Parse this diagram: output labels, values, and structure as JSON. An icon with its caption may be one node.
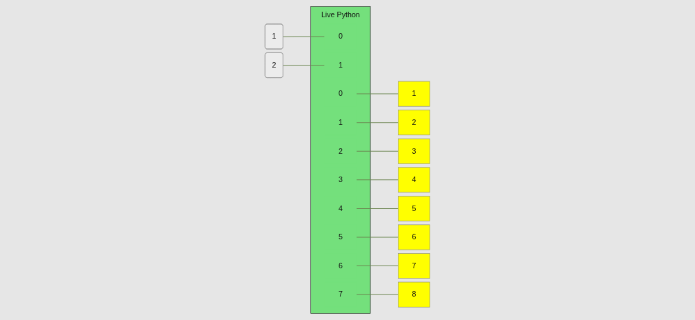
{
  "diagram": {
    "nodes": [
      {
        "text": [
          "1"
        ]
      },
      {
        "text": [
          "2"
        ]
      },
      {
        "text": [
          "Live Python"
        ]
      },
      {
        "text": [
          "0"
        ],
        "in": 2
      },
      {
        "text": [
          "1"
        ],
        "in": 2
      },
      {
        "text": [
          "0"
        ],
        "in": 2
      },
      {
        "text": [
          "1"
        ],
        "in": 2
      },
      {
        "text": [
          "2"
        ],
        "in": 2
      },
      {
        "text": [
          "3"
        ],
        "in": 2
      },
      {
        "text": [
          "4"
        ],
        "in": 2
      },
      {
        "text": [
          "5"
        ],
        "in": 2
      },
      {
        "text": [
          "6"
        ],
        "in": 2
      },
      {
        "text": [
          "7"
        ],
        "in": 2
      },
      {
        "text": [
          "1"
        ]
      },
      {
        "text": [
          "2"
        ]
      },
      {
        "text": [
          "3"
        ]
      },
      {
        "text": [
          "4"
        ]
      },
      {
        "text": [
          "5"
        ]
      },
      {
        "text": [
          "6"
        ]
      },
      {
        "text": [
          "7"
        ]
      },
      {
        "text": [
          "8"
        ]
      }
    ],
    "edges": [
      {
        "from": 0,
        "to": 3,
        "arrow": "none"
      },
      {
        "from": 1,
        "to": 4,
        "arrow": "none"
      },
      {
        "from": 5,
        "to": 13,
        "arrow": "none"
      },
      {
        "from": 6,
        "to": 14,
        "arrow": "none"
      },
      {
        "from": 7,
        "to": 15,
        "arrow": "none"
      },
      {
        "from": 8,
        "to": 16,
        "arrow": "none"
      },
      {
        "from": 9,
        "to": 17,
        "arrow": "none"
      },
      {
        "from": 10,
        "to": 18,
        "arrow": "none"
      },
      {
        "from": 11,
        "to": 19,
        "arrow": "none"
      },
      {
        "from": 12,
        "to": 20,
        "arrow": "none"
      }
    ]
  }
}
